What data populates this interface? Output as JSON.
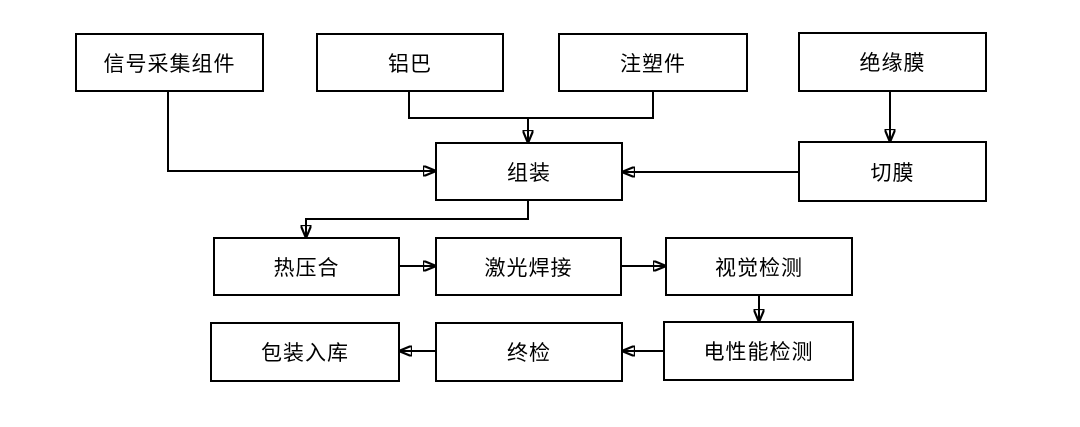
{
  "diagram": {
    "type": "flowchart",
    "colors": {
      "background": "#ffffff",
      "box_fill": "#ffffff",
      "box_border": "#000000",
      "line": "#000000",
      "text": "#000000"
    },
    "nodes": {
      "signal_collection_component": {
        "label": "信号采集组件"
      },
      "aluminum_busbar": {
        "label": "铝巴"
      },
      "injection_molded_part": {
        "label": "注塑件"
      },
      "insulation_film": {
        "label": "绝缘膜"
      },
      "assembly": {
        "label": "组装"
      },
      "film_cutting": {
        "label": "切膜"
      },
      "hot_pressing": {
        "label": "热压合"
      },
      "laser_welding": {
        "label": "激光焊接"
      },
      "visual_inspection": {
        "label": "视觉检测"
      },
      "packaging_warehousing": {
        "label": "包装入库"
      },
      "final_inspection": {
        "label": "终检"
      },
      "electrical_performance_test": {
        "label": "电性能检测"
      }
    },
    "edges": [
      {
        "from": "signal_collection_component",
        "to": "assembly"
      },
      {
        "from": "aluminum_busbar",
        "to": "assembly"
      },
      {
        "from": "injection_molded_part",
        "to": "assembly"
      },
      {
        "from": "insulation_film",
        "to": "film_cutting"
      },
      {
        "from": "film_cutting",
        "to": "assembly"
      },
      {
        "from": "assembly",
        "to": "hot_pressing"
      },
      {
        "from": "hot_pressing",
        "to": "laser_welding"
      },
      {
        "from": "laser_welding",
        "to": "visual_inspection"
      },
      {
        "from": "visual_inspection",
        "to": "electrical_performance_test"
      },
      {
        "from": "electrical_performance_test",
        "to": "final_inspection"
      },
      {
        "from": "final_inspection",
        "to": "packaging_warehousing"
      }
    ]
  }
}
